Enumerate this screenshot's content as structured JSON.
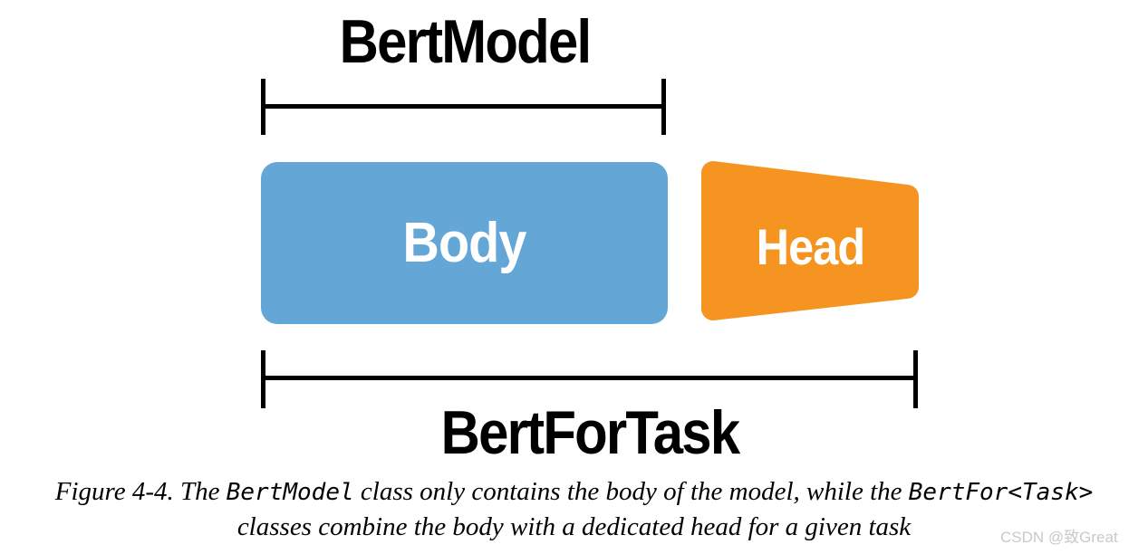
{
  "diagram": {
    "top_label": "BertModel",
    "bottom_label": "BertForTask",
    "body_label": "Body",
    "head_label": "Head",
    "colors": {
      "body_fill": "#64a7d7",
      "head_fill": "#f59420",
      "line": "#000000",
      "label_text": "#ffffff"
    }
  },
  "caption": {
    "line1_text1": "Figure 4-4. The ",
    "line1_code1": "BertModel",
    "line1_text2": " class only contains the body of the model, while the ",
    "line1_code2": "BertFor<Task>",
    "line2": "classes combine the body with a dedicated head for a given task"
  },
  "watermark": {
    "text": "CSDN @致Great",
    "color": "#c9c9c9"
  }
}
